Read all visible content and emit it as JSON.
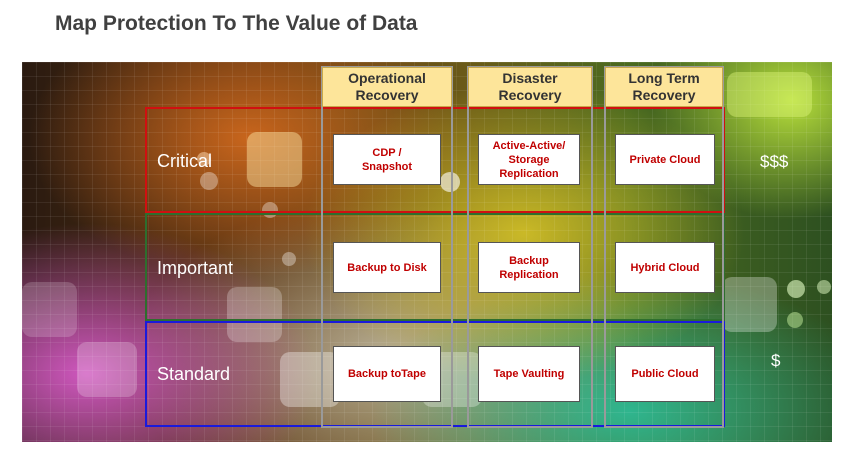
{
  "title": "Map Protection To The Value of Data",
  "columns": [
    {
      "label": "Operational\nRecovery"
    },
    {
      "label": "Disaster\nRecovery"
    },
    {
      "label": "Long Term\nRecovery"
    }
  ],
  "rows": [
    {
      "label": "Critical",
      "cost": "$$$",
      "border_color": "#d01010"
    },
    {
      "label": "Important",
      "cost": "",
      "border_color": "#2e6e2e"
    },
    {
      "label": "Standard",
      "cost": "$",
      "border_color": "#1a1adc"
    }
  ],
  "cells": [
    [
      "CDP /\nSnapshot",
      "Active-Active/\nStorage\nReplication",
      "Private Cloud"
    ],
    [
      "Backup to Disk",
      "Backup\nReplication",
      "Hybrid Cloud"
    ],
    [
      "Backup toTape",
      "Tape Vaulting",
      "Public Cloud"
    ]
  ]
}
